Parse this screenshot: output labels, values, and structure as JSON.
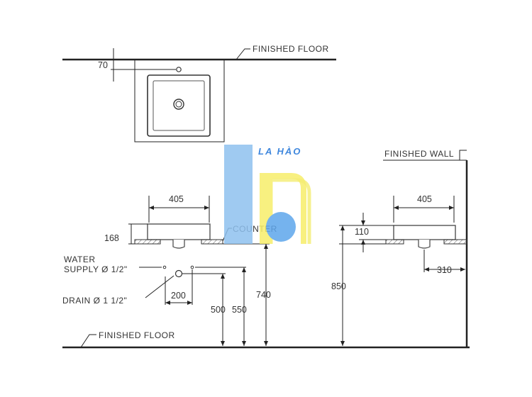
{
  "labels": {
    "finished_floor_top": "FINISHED FLOOR",
    "finished_floor_bottom": "FINISHED FLOOR",
    "finished_wall": "FINISHED WALL",
    "counter": "COUNTER",
    "water_supply_line1": "WATER",
    "water_supply_line2": "SUPPLY Ø 1/2\"",
    "drain": "DRAIN Ø 1 1/2\""
  },
  "dimensions": {
    "top_offset": "70",
    "front_width": "405",
    "front_height": "168",
    "drain_offset": "200",
    "supply_height": "500",
    "drain_height": "550",
    "counter_height_front": "740",
    "side_width": "405",
    "side_height": "110",
    "counter_height_side": "850",
    "wall_offset": "310"
  },
  "logo": {
    "text": "LA HÀO",
    "colors": {
      "blue_bar": "#8fc1ef",
      "yellow_bar": "#f7ee6a",
      "circle": "#5ea6ec",
      "text": "#1e73d8"
    }
  }
}
